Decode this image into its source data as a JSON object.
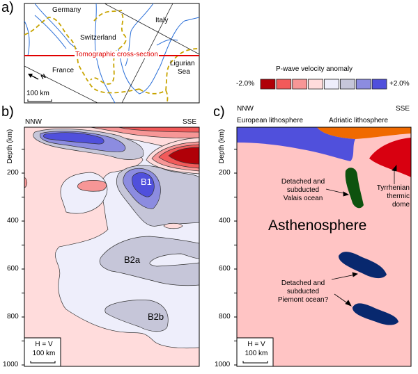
{
  "panels": {
    "a": {
      "letter": "a)",
      "labels": {
        "germany": "Germany",
        "switzerland": "Switzerland",
        "italy": "Italy",
        "france": "France",
        "ligurian_1": "Ligurian",
        "ligurian_2": "Sea",
        "section": "Tomographic cross-section",
        "scale": "100 km",
        "north": "N"
      },
      "colors": {
        "section": "#e00000",
        "border": "#c8a400",
        "river": "#2a6fd8"
      }
    },
    "legend": {
      "title": "P-wave velocity anomaly",
      "min_label": "-2.0%",
      "max_label": "+2.0%",
      "bins": [
        "#b00008",
        "#f25a5a",
        "#f79696",
        "#ffdcdc",
        "#eeeefb",
        "#c6c6d9",
        "#8c8ce0",
        "#5050dc"
      ]
    },
    "b": {
      "letter": "b)",
      "left_dir": "NNW",
      "right_dir": "SSE",
      "axis_label": "Depth (km)",
      "ticks": [
        "200",
        "400",
        "600",
        "800",
        "1000"
      ],
      "anomalies": {
        "b1": "B1",
        "b2a": "B2a",
        "b2b": "B2b"
      },
      "scale_box": {
        "ratio": "H = V",
        "scale": "100 km"
      }
    },
    "c": {
      "letter": "c)",
      "left_dir": "NNW",
      "right_dir": "SSE",
      "top_left": "European lithosphere",
      "top_right": "Adriatic lithosphere",
      "axis_label": "Depth (km)",
      "ticks": [
        "200",
        "400",
        "600",
        "800",
        "1000"
      ],
      "asthenosphere": "Asthenosphere",
      "valais": [
        "Detached and",
        "subducted",
        "Valais ocean"
      ],
      "tyrrhenian": [
        "Tyrrhenian",
        "thermic",
        "dome"
      ],
      "piemont": [
        "Detached and",
        "subducted",
        "Piemont ocean?"
      ],
      "scale_box": {
        "ratio": "H = V",
        "scale": "100 km"
      },
      "colors": {
        "asthenosphere": "#ffc4c4",
        "european": "#5050dc",
        "adriatic": "#f06a00",
        "tyrrhenian": "#d80010",
        "valais": "#0e520e",
        "piemont": "#08286e"
      }
    }
  }
}
